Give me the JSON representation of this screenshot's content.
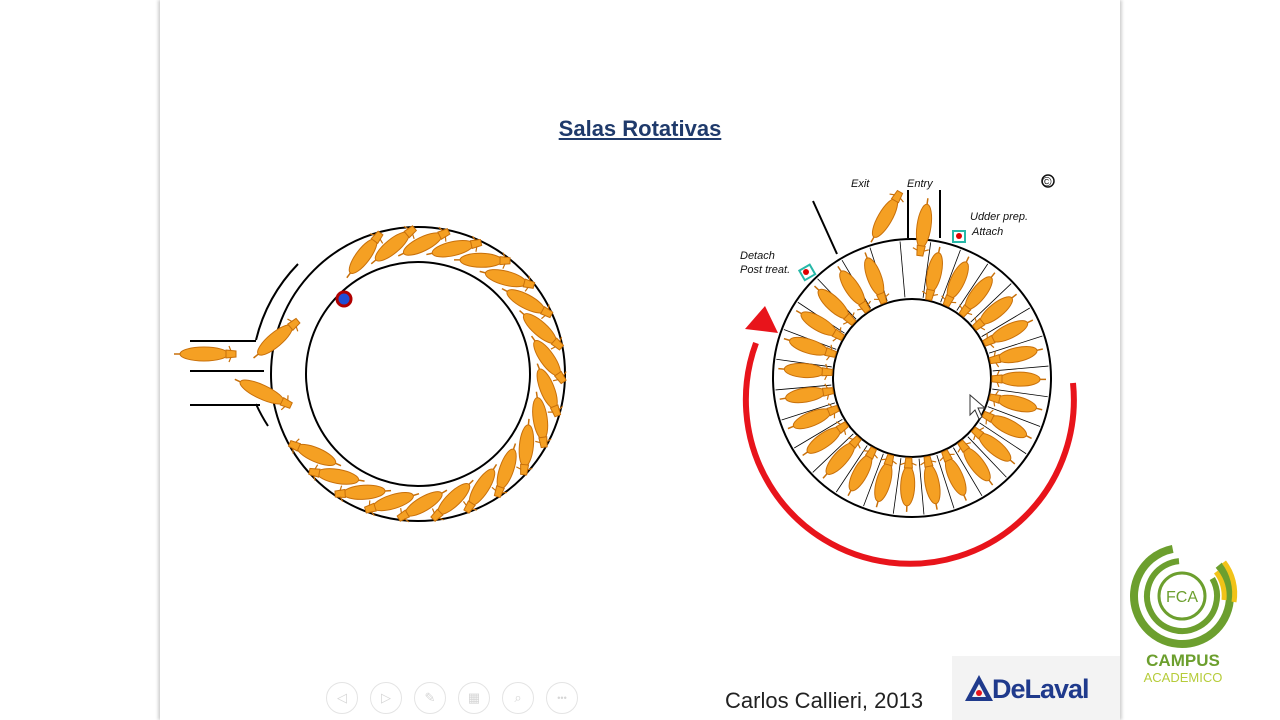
{
  "slide": {
    "title": "Salas Rotativas",
    "author_credit": "Carlos Callieri, 2013",
    "brand_logo_text": "DeLaval"
  },
  "diagram_right": {
    "label_exit": "Exit",
    "label_entry": "Entry",
    "label_udder_prep_line1": "Udder prep.",
    "label_udder_prep_line2": "Attach",
    "label_detach_line1": "Detach",
    "label_detach_line2": "Post treat.",
    "copyright_symbol": "©"
  },
  "campus_logo": {
    "badge_text": "FCA",
    "line1": "CAMPUS",
    "line2": "ACADEMICO"
  },
  "nav_controls": [
    {
      "icon": "prev-arrow-icon",
      "glyph": "◁"
    },
    {
      "icon": "next-arrow-icon",
      "glyph": "▷"
    },
    {
      "icon": "pen-icon",
      "glyph": "✎"
    },
    {
      "icon": "slides-icon",
      "glyph": "▦"
    },
    {
      "icon": "zoom-icon",
      "glyph": "⌕"
    },
    {
      "icon": "more-icon",
      "glyph": "•••"
    }
  ],
  "colors": {
    "cow": "#f5a023",
    "cow_outline": "#c8700a",
    "rotation_arrow": "#e8141b",
    "title": "#1f3a6b",
    "brand": "#1f3a8c",
    "campus_green": "#6c9f2e",
    "campus_yellow": "#f2c318"
  }
}
